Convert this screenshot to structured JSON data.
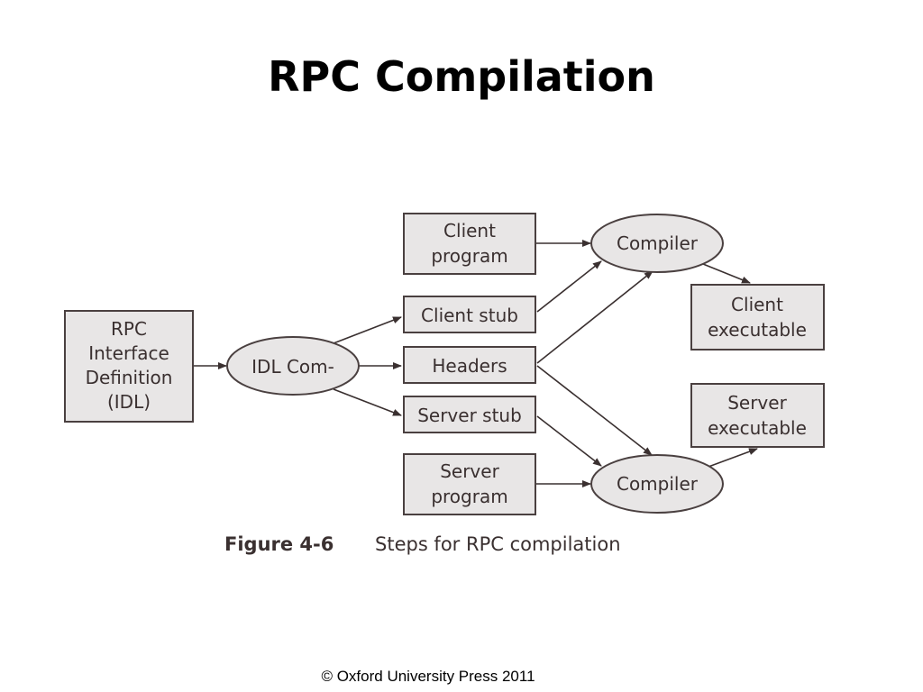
{
  "slide": {
    "title": "RPC Compilation",
    "copyright": "© Oxford University Press 2011"
  },
  "figure": {
    "number": "Figure 4-6",
    "caption": "Steps for RPC compilation"
  },
  "colors": {
    "node_fill": "#e8e6e6",
    "node_stroke": "#4a4040",
    "text": "#3a3030"
  },
  "nodes": {
    "idl": {
      "lines": [
        "RPC",
        "Interface",
        "Definition",
        "(IDL)"
      ]
    },
    "idl_compiler": {
      "lines": [
        "IDL Com-"
      ]
    },
    "client_program": {
      "lines": [
        "Client",
        "program"
      ]
    },
    "client_stub": {
      "lines": [
        "Client stub"
      ]
    },
    "headers": {
      "lines": [
        "Headers"
      ]
    },
    "server_stub": {
      "lines": [
        "Server stub"
      ]
    },
    "server_program": {
      "lines": [
        "Server",
        "program"
      ]
    },
    "client_compiler": {
      "lines": [
        "Compiler"
      ]
    },
    "server_compiler": {
      "lines": [
        "Compiler"
      ]
    },
    "client_executable": {
      "lines": [
        "Client",
        "executable"
      ]
    },
    "server_executable": {
      "lines": [
        "Server",
        "executable"
      ]
    }
  }
}
